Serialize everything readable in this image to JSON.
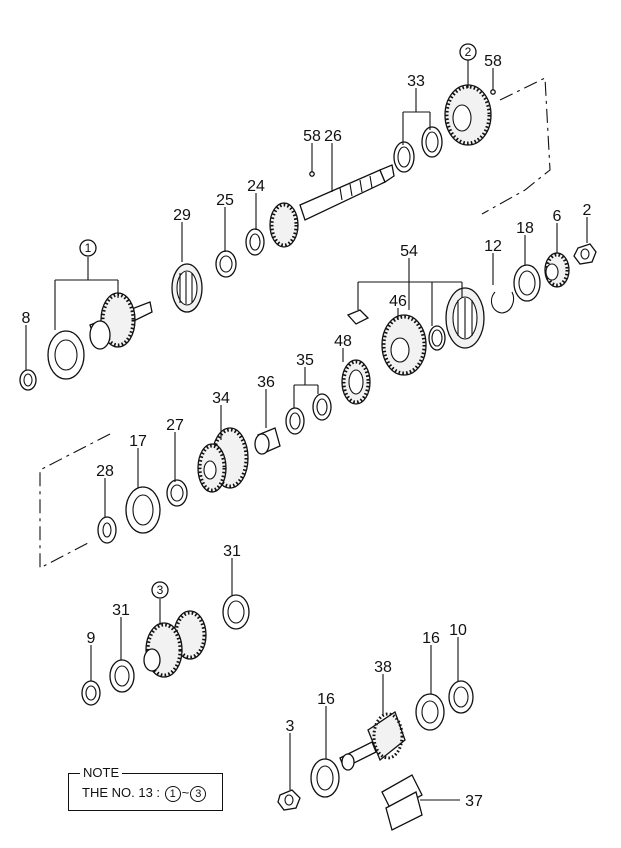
{
  "diagram": {
    "title": "Transaxle gear train exploded view",
    "callouts": {
      "c1": "1",
      "c2": "2",
      "c3": "3"
    },
    "labels": {
      "p58a": "58",
      "p33": "33",
      "p58b": "58",
      "p26": "26",
      "p24": "24",
      "p25": "25",
      "p29": "29",
      "p8": "8",
      "p2": "2",
      "p6": "6",
      "p18": "18",
      "p12": "12",
      "p54": "54",
      "p46": "46",
      "p48": "48",
      "p35": "35",
      "p36": "36",
      "p34": "34",
      "p27": "27",
      "p17": "17",
      "p28": "28",
      "p31a": "31",
      "p31b": "31",
      "p9": "9",
      "p16a": "16",
      "p10": "10",
      "p38": "38",
      "p16b": "16",
      "p3": "3",
      "p37": "37"
    }
  },
  "note": {
    "title": "NOTE",
    "prefix": "THE NO. 13 :",
    "from": "1",
    "tilde": "~",
    "to": "3"
  }
}
